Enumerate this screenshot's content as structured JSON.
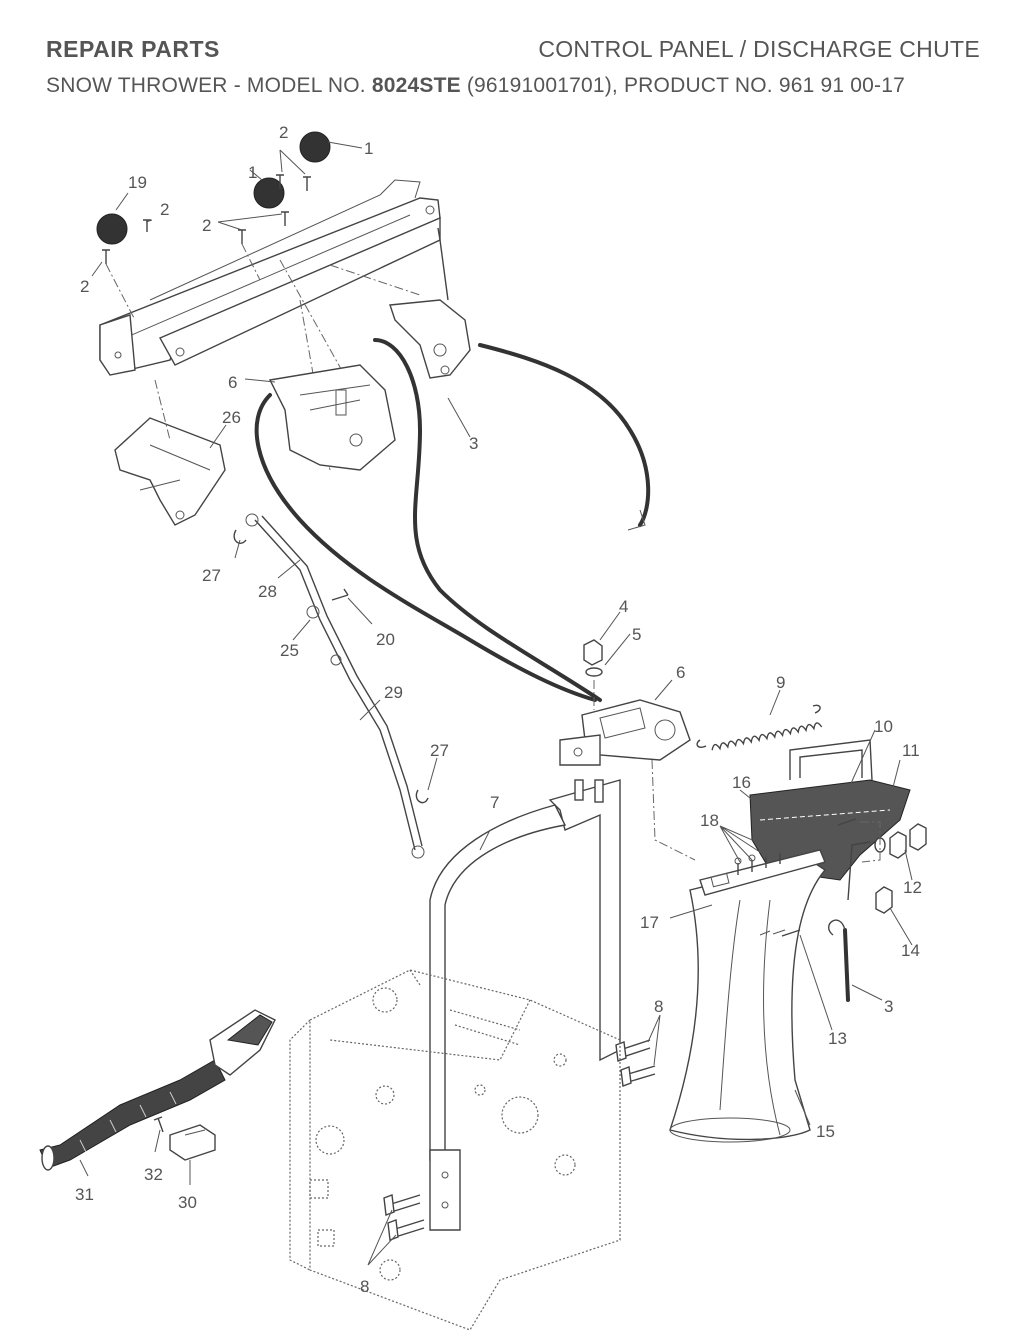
{
  "header": {
    "section": "REPAIR PARTS",
    "title": "CONTROL PANEL / DISCHARGE CHUTE",
    "subtitle_prefix": "SNOW THROWER - MODEL NO. ",
    "model": "8024STE",
    "subtitle_suffix": " (96191001701), PRODUCT NO. 961 91 00-17"
  },
  "callouts": {
    "c1a": "1",
    "c1b": "1",
    "c2a": "2",
    "c2b": "2",
    "c2c": "2",
    "c2d": "2",
    "c3a": "3",
    "c3b": "3",
    "c4": "4",
    "c5": "5",
    "c6a": "6",
    "c6b": "6",
    "c7": "7",
    "c8a": "8",
    "c8b": "8",
    "c9": "9",
    "c10": "10",
    "c11": "11",
    "c12": "12",
    "c13": "13",
    "c14": "14",
    "c15": "15",
    "c16": "16",
    "c17": "17",
    "c18": "18",
    "c19": "19",
    "c20": "20",
    "c25": "25",
    "c26": "26",
    "c27a": "27",
    "c27b": "27",
    "c28": "28",
    "c29": "29",
    "c30": "30",
    "c31": "31",
    "c32": "32"
  }
}
